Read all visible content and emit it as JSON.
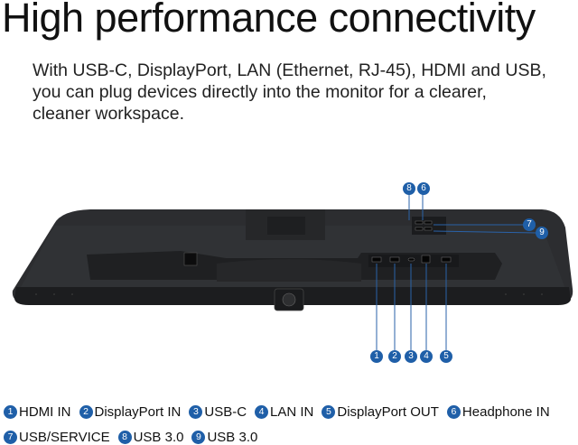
{
  "headline": "High performance connectivity",
  "subtext": [
    "With USB-C, DisplayPort, LAN (Ethernet, RJ-45), HDMI and USB,",
    "you can plug devices directly into the monitor for a clearer,",
    "cleaner workspace."
  ],
  "legend_row1": [
    {
      "num": "1",
      "label": "HDMI IN"
    },
    {
      "num": "2",
      "label": "DisplayPort IN"
    },
    {
      "num": "3",
      "label": "USB-C"
    },
    {
      "num": "4",
      "label": "LAN IN"
    },
    {
      "num": "5",
      "label": "DisplayPort OUT"
    },
    {
      "num": "6",
      "label": "Headphone IN"
    }
  ],
  "legend_row2": [
    {
      "num": "7",
      "label": "USB/SERVICE"
    },
    {
      "num": "8",
      "label": "USB 3.0"
    },
    {
      "num": "9",
      "label": "USB 3.0"
    }
  ],
  "callouts": {
    "c1": "1",
    "c2": "2",
    "c3": "3",
    "c4": "4",
    "c5": "5",
    "c6": "6",
    "c7": "7",
    "c8": "8",
    "c9": "9"
  },
  "colors": {
    "accent": "#1f5fa8",
    "monitor_body": "#2b2c2f"
  }
}
